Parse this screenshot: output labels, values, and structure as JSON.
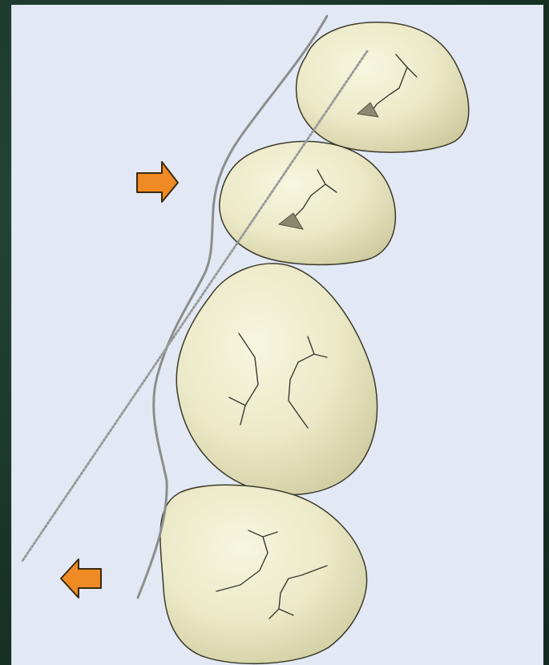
{
  "colors": {
    "background_frame": "#1c3a2c",
    "panel": "#e2e9f4",
    "stone_fill_light": "#f4f3d9",
    "stone_fill_dark": "#d2cfa6",
    "stone_outline": "#3c3a2a",
    "crack": "#3a3a30",
    "solid_line": "#8d8d8d",
    "dotted_line": "#9a9a9a",
    "arrow_fill": "#f08a24",
    "arrow_outline": "#3a2a10"
  },
  "diagram": {
    "stones": [
      "stone-top",
      "stone-second",
      "stone-third",
      "stone-bottom"
    ],
    "arrows": [
      {
        "name": "arrow-right",
        "direction": "right"
      },
      {
        "name": "arrow-left",
        "direction": "left"
      }
    ],
    "lines": [
      "solid-curve",
      "dotted-line"
    ]
  }
}
